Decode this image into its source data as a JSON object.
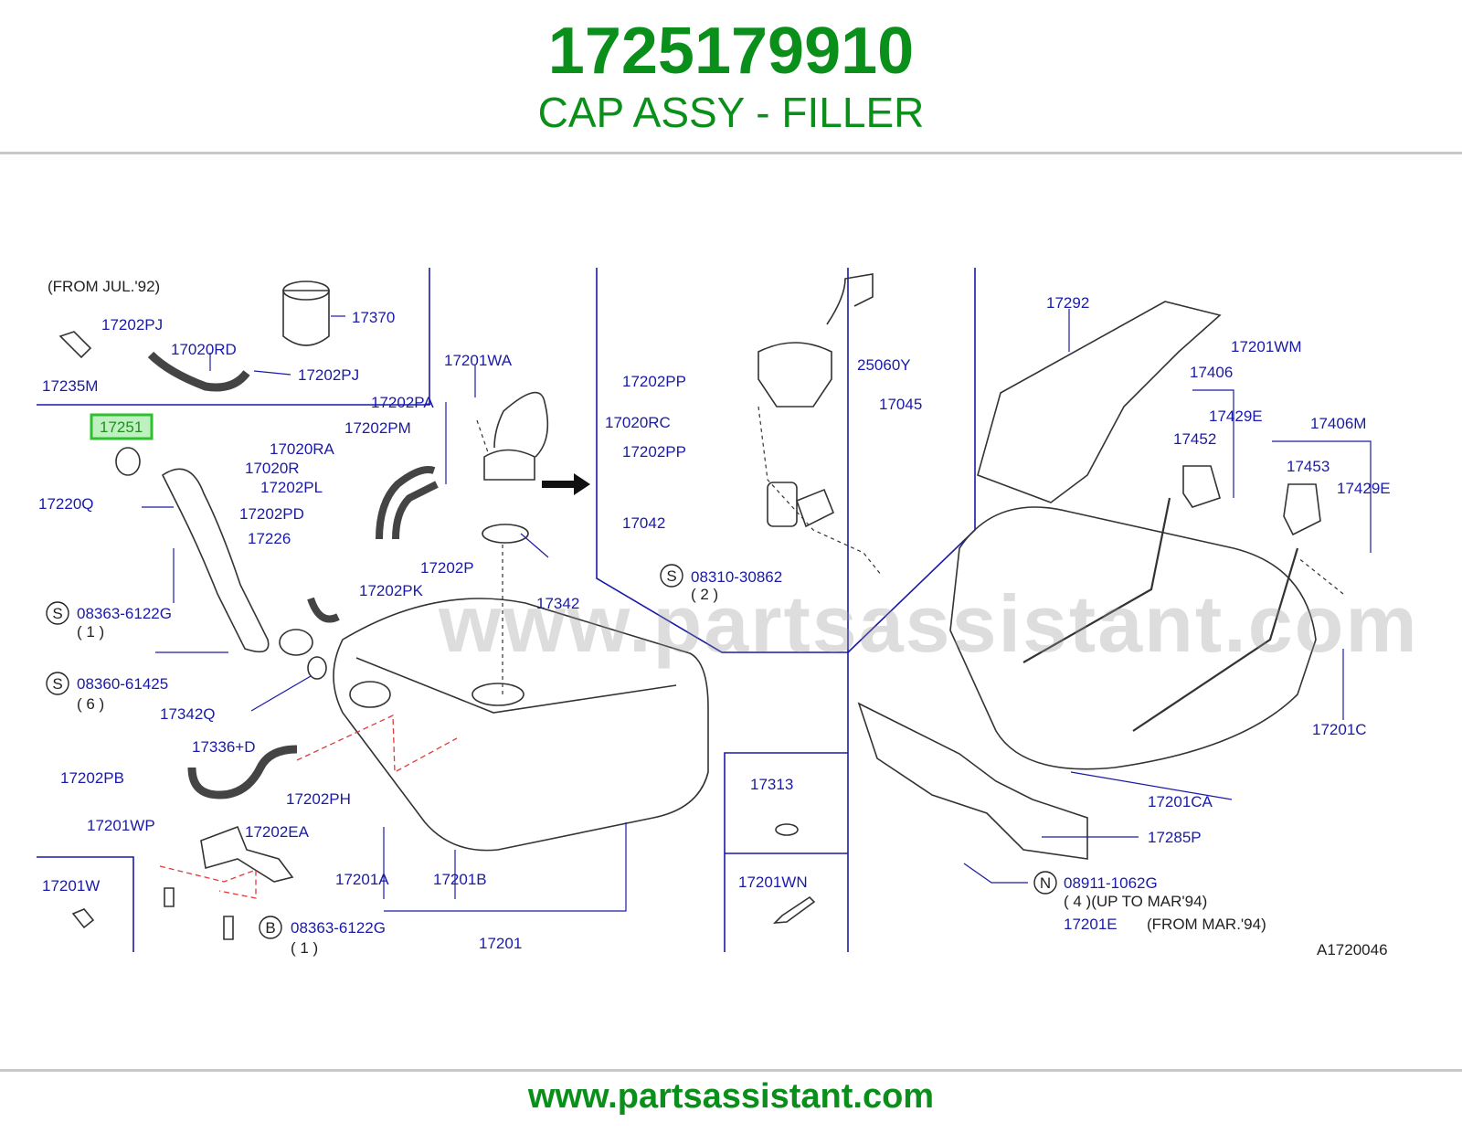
{
  "header": {
    "part_number": "1725179910",
    "part_name": "CAP ASSY - FILLER"
  },
  "footer": {
    "url": "www.partsassistant.com"
  },
  "watermark": "www.partsassistant.com",
  "highlight_color": "#2ec02e",
  "brand_color": "#0a8f1a",
  "label_color": "#1a1aa8",
  "notes": {
    "from_jul92": "(FROM   JUL.'92)",
    "up_to_mar94": "( 4  )(UP   TO   MAR'94)",
    "from_mar94": "(FROM   MAR.'94)",
    "qty_1a": "(   1   )",
    "qty_6": "(   6   )",
    "qty_2": "(   2   )",
    "qty_1b": "(  1 )",
    "diagram_code": "A1720046"
  },
  "symbols": {
    "s1": "S",
    "s2": "S",
    "s3": "S",
    "b1": "B",
    "n1": "N"
  },
  "labels": {
    "p17370": "17370",
    "p17202PJ_a": "17202PJ",
    "p17020RD": "17020RD",
    "p17202PJ_b": "17202PJ",
    "p17235M": "17235M",
    "p17251": "17251",
    "p17220Q": "17220Q",
    "p17202PA": "17202PA",
    "p17201WA": "17201WA",
    "p17202PM": "17202PM",
    "p17020RA": "17020RA",
    "p17020R": "17020R",
    "p17202PL": "17202PL",
    "p17202PD": "17202PD",
    "p17226": "17226",
    "p17202P": "17202P",
    "p17202PK": "17202PK",
    "p17342": "17342",
    "p08363_6122G_a": "08363-6122G",
    "p08360_61425": "08360-61425",
    "p17342Q": "17342Q",
    "p17336D": "17336+D",
    "p17202PB": "17202PB",
    "p17202PH": "17202PH",
    "p17201WP": "17201WP",
    "p17202EA": "17202EA",
    "p17201W": "17201W",
    "p08363_6122G_b": "08363-6122G",
    "p17201A": "17201A",
    "p17201B": "17201B",
    "p17201": "17201",
    "p17202PP_a": "17202PP",
    "p25060Y": "25060Y",
    "p17045": "17045",
    "p17020RC": "17020RC",
    "p17202PP_b": "17202PP",
    "p17042": "17042",
    "p08310_30862": "08310-30862",
    "p17292": "17292",
    "p17201WM": "17201WM",
    "p17406": "17406",
    "p17429E_a": "17429E",
    "p17406M": "17406M",
    "p17452": "17452",
    "p17453": "17453",
    "p17429E_b": "17429E",
    "p17201C": "17201C",
    "p17201CA": "17201CA",
    "p17285P": "17285P",
    "p08911_1062G": "08911-1062G",
    "p17201E": "17201E",
    "p17313": "17313",
    "p17201WN": "17201WN"
  }
}
